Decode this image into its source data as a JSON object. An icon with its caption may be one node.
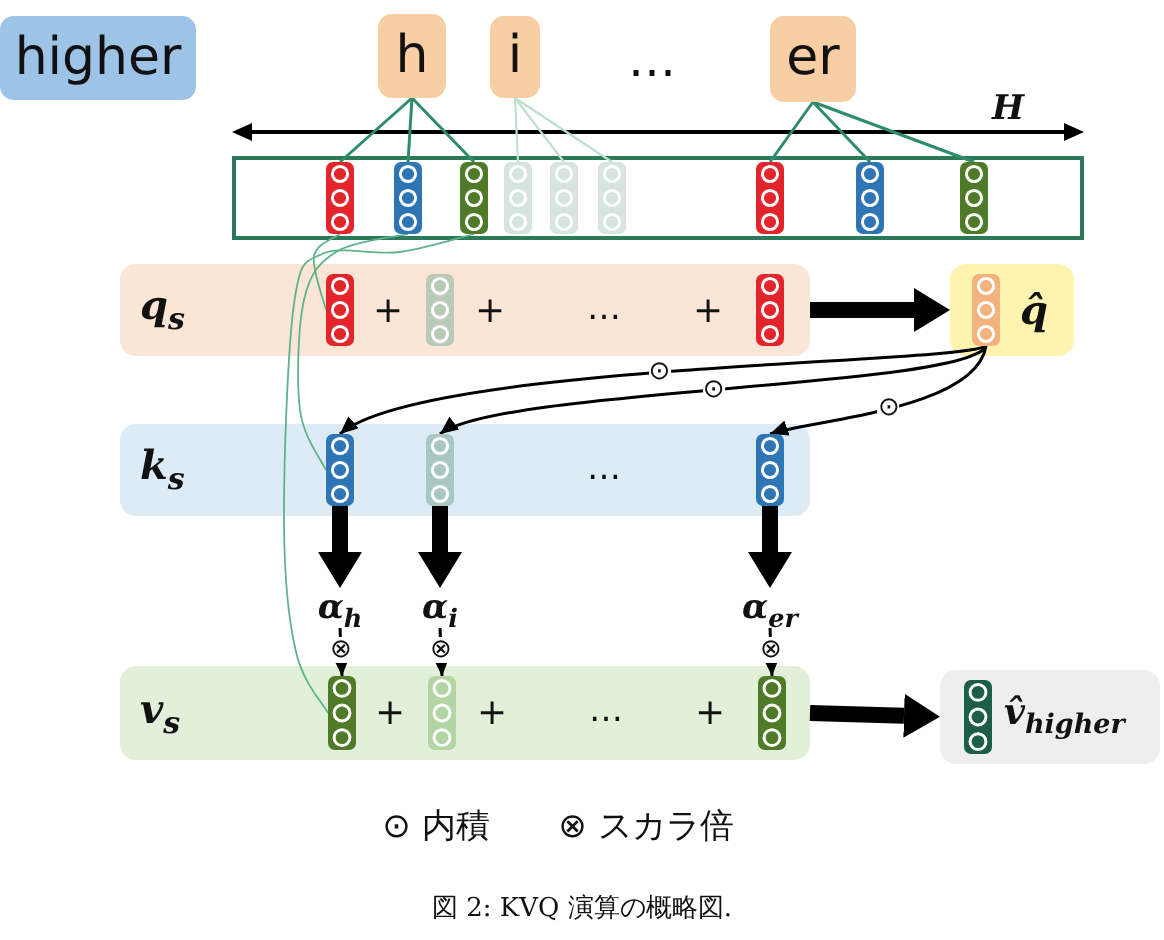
{
  "diagram": {
    "caption": "図 2: KVQ 演算の概略図.",
    "nodes": [
      {
        "text": [
          "higher"
        ]
      },
      {
        "text": [
          "h"
        ]
      },
      {
        "text": [
          "i"
        ]
      },
      {
        "text": [
          "er"
        ]
      },
      {
        "text": [],
        "shape": "box"
      },
      {
        "text": [],
        "shape": "bar",
        "in": 4
      },
      {
        "text": [],
        "shape": "bar",
        "in": 4
      },
      {
        "text": [],
        "shape": "bar",
        "in": 4
      },
      {
        "text": [],
        "shape": "bar",
        "in": 4
      },
      {
        "text": [],
        "shape": "bar",
        "in": 4
      },
      {
        "text": [],
        "shape": "bar",
        "in": 4
      },
      {
        "text": [],
        "shape": "bar",
        "in": 4
      },
      {
        "text": [],
        "shape": "bar",
        "in": 4
      },
      {
        "text": [],
        "shape": "bar",
        "in": 4
      },
      {
        "text": [
          "q$_{s}$"
        ]
      },
      {
        "text": [],
        "shape": "bar",
        "in": 14
      },
      {
        "text": [],
        "shape": "bar",
        "in": 14
      },
      {
        "text": [],
        "shape": "bar",
        "in": 14
      },
      {
        "text": [
          "q̂"
        ]
      },
      {
        "text": [],
        "shape": "bar",
        "in": 18
      },
      {
        "text": [
          "k$_{s}$"
        ]
      },
      {
        "text": [],
        "shape": "bar",
        "in": 20
      },
      {
        "text": [],
        "shape": "bar",
        "in": 20
      },
      {
        "text": [],
        "shape": "bar",
        "in": 20
      },
      {
        "text": [
          "α$_{h}$"
        ]
      },
      {
        "text": [
          "α$_{i}$"
        ]
      },
      {
        "text": [
          "α$_{er}$"
        ]
      },
      {
        "text": [
          "v$_{s}$"
        ]
      },
      {
        "text": [],
        "shape": "bar",
        "in": 27
      },
      {
        "text": [],
        "shape": "bar",
        "in": 27
      },
      {
        "text": [],
        "shape": "bar",
        "in": 27
      },
      {
        "text": [
          "v̂$_{higher}$"
        ]
      },
      {
        "text": [],
        "shape": "bar",
        "in": 31
      }
    ],
    "edges": [
      {
        "from": 1,
        "to": 5,
        "arrow": "none",
        "color": "#2e8b6b"
      },
      {
        "from": 1,
        "to": 6,
        "arrow": "none",
        "color": "#2e8b6b"
      },
      {
        "from": 1,
        "to": 7,
        "arrow": "none",
        "color": "#2e8b6b"
      },
      {
        "from": 2,
        "to": 8,
        "arrow": "none",
        "color": "#bfe0cf"
      },
      {
        "from": 2,
        "to": 9,
        "arrow": "none",
        "color": "#bfe0cf"
      },
      {
        "from": 2,
        "to": 10,
        "arrow": "none",
        "color": "#bfe0cf"
      },
      {
        "from": 3,
        "to": 11,
        "arrow": "none",
        "color": "#2e8b6b"
      },
      {
        "from": 3,
        "to": 12,
        "arrow": "none",
        "color": "#2e8b6b"
      },
      {
        "from": 3,
        "to": 13,
        "arrow": "none",
        "color": "#2e8b6b"
      },
      {
        "from": 5,
        "to": 15,
        "arrow": "none",
        "color": "#5fb38a"
      },
      {
        "from": 6,
        "to": 21,
        "arrow": "none",
        "color": "#5fb38a"
      },
      {
        "from": 7,
        "to": 28,
        "arrow": "none",
        "color": "#5fb38a"
      },
      {
        "from": 14,
        "to": 18,
        "arrow": "to",
        "style": "thick"
      },
      {
        "from": 19,
        "to": 21,
        "arrow": "to",
        "label": "⊙"
      },
      {
        "from": 19,
        "to": 22,
        "arrow": "to",
        "label": "⊙"
      },
      {
        "from": 19,
        "to": 23,
        "arrow": "to",
        "label": "⊙"
      },
      {
        "from": 21,
        "to": 24,
        "arrow": "to",
        "style": "thick"
      },
      {
        "from": 22,
        "to": 25,
        "arrow": "to",
        "style": "thick"
      },
      {
        "from": 23,
        "to": 26,
        "arrow": "to",
        "style": "thick"
      },
      {
        "from": 24,
        "to": 28,
        "arrow": "to",
        "label": "⊗"
      },
      {
        "from": 25,
        "to": 29,
        "arrow": "to",
        "label": "⊗"
      },
      {
        "from": 26,
        "to": 30,
        "arrow": "to",
        "label": "⊗"
      },
      {
        "from": 27,
        "to": 31,
        "arrow": "to",
        "style": "thick"
      }
    ],
    "labels": [
      "…",
      "H",
      "+",
      "+",
      "…",
      "+",
      "…",
      "+",
      "+",
      "…",
      "+"
    ],
    "legend": [
      {
        "text": "⊙ 内積"
      },
      {
        "text": "⊗ スカラ倍"
      }
    ]
  }
}
